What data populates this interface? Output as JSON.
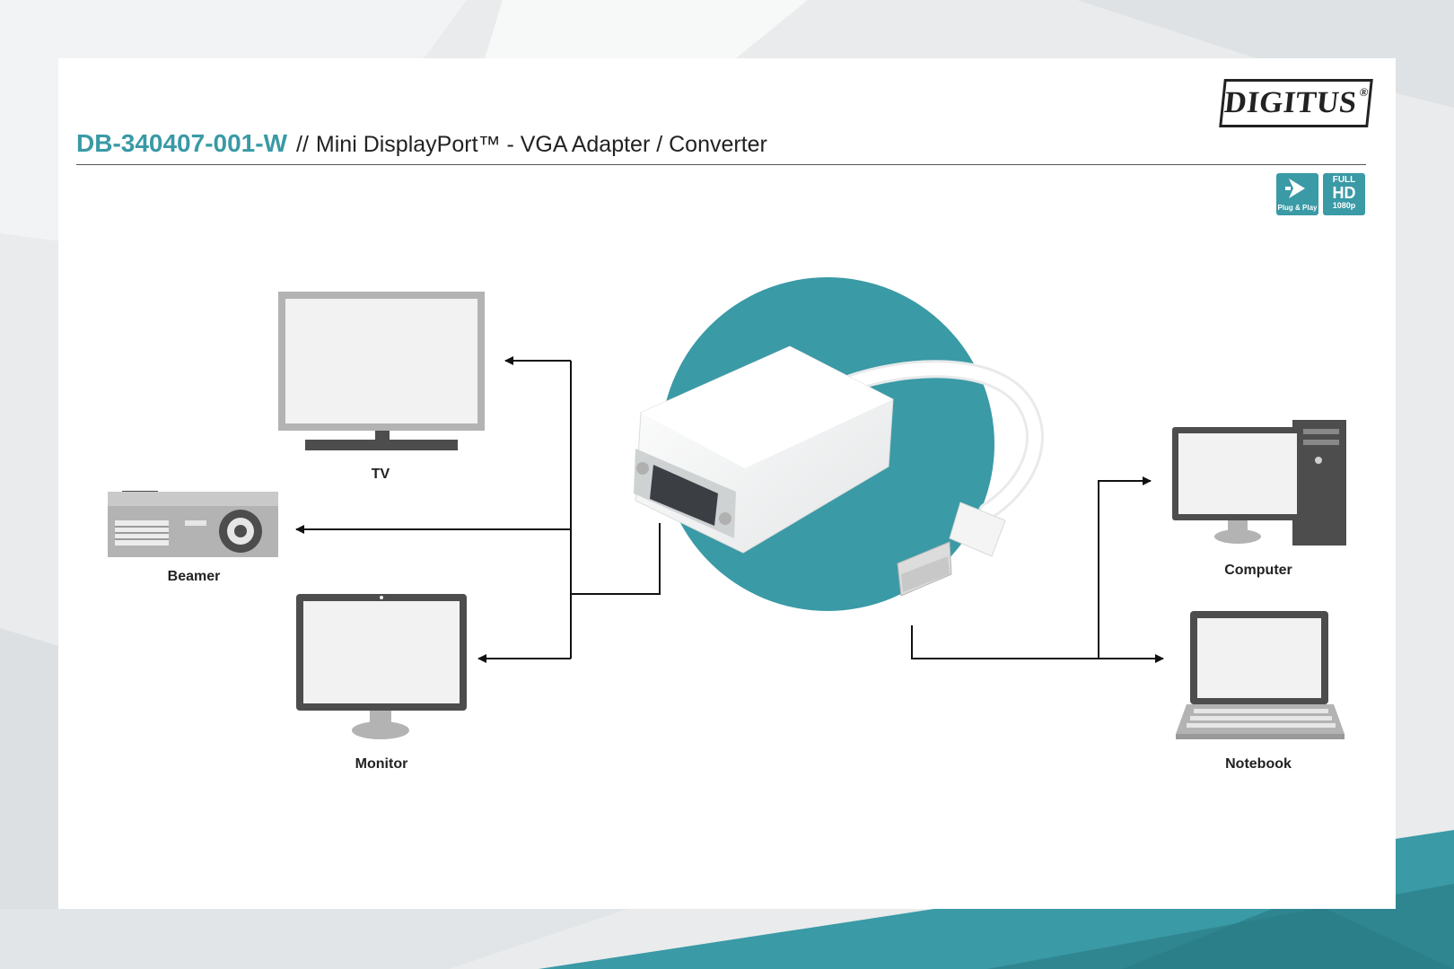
{
  "header": {
    "product_code": "DB-340407-001-W",
    "separator": "//",
    "product_title": "Mini DisplayPort™ - VGA Adapter / Converter"
  },
  "brand": {
    "logo_text": "DIGITUS",
    "registered_mark": "®"
  },
  "badges": {
    "plug_play_label": "Plug & Play",
    "fullhd_top": "FULL",
    "fullhd_main": "HD",
    "fullhd_sub": "1080p"
  },
  "devices": {
    "tv": "TV",
    "beamer": "Beamer",
    "monitor": "Monitor",
    "computer": "Computer",
    "notebook": "Notebook"
  },
  "colors": {
    "accent": "#3a9aa6",
    "text": "#222222",
    "device_gray": "#b3b3b3",
    "device_dark": "#4d4d4d"
  }
}
